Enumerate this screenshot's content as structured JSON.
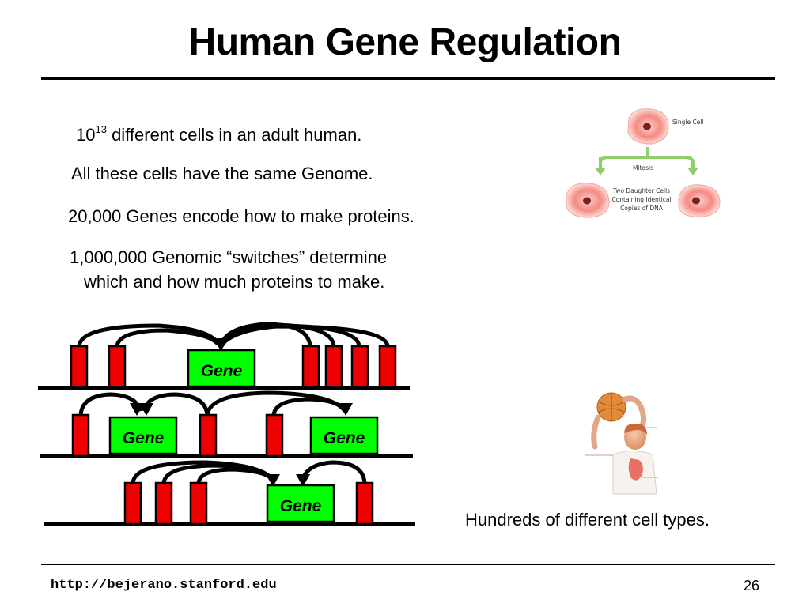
{
  "title": "Human Gene Regulation",
  "facts": {
    "cell_count_base": "10",
    "cell_count_exp": "13",
    "cell_count_rest": " different cells in an adult human.",
    "same_genome": "All these cells have the same Genome.",
    "genes": "20,000 Genes encode how to make proteins.",
    "switches_line1": "1,000,000 Genomic “switches” determine",
    "switches_line2": "which and how much proteins to make."
  },
  "mitosis_figure": {
    "single_cell": "Single Cell",
    "mitosis": "Mitosis",
    "daughter_line1": "Two Daughter Cells",
    "daughter_line2": "Containing Identical",
    "daughter_line3": "Copies of DNA"
  },
  "gene_label": "Gene",
  "cell_types": "Hundreds of different cell types.",
  "footer": {
    "url": "http://bejerano.stanford.edu",
    "page": "26"
  },
  "colors": {
    "gene_fill": "#00ff00",
    "switch_fill": "#ee0000",
    "arrow_green": "#8fce6a",
    "cell_pink": "#f27a72"
  }
}
